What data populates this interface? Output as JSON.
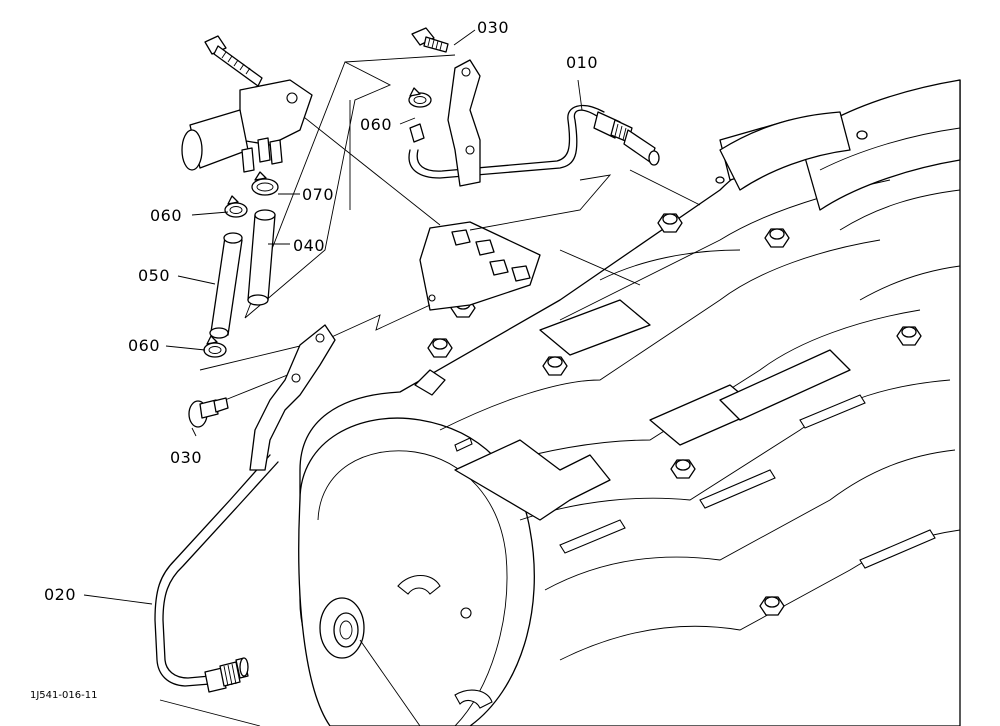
{
  "labels": {
    "p010": "010",
    "p020": "020",
    "p030_top": "030",
    "p030_bottom": "030",
    "p040": "040",
    "p050": "050",
    "p060_top": "060",
    "p060_left": "060",
    "p060_bottom": "060",
    "p070": "070"
  },
  "figure_id": "1J541-016-11"
}
